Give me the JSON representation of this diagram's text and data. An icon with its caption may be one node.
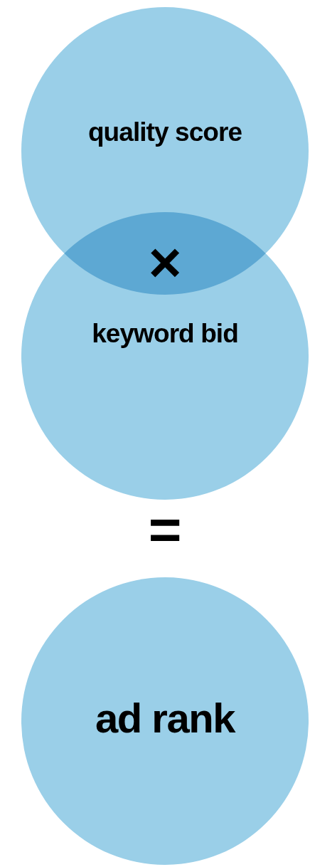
{
  "diagram": {
    "nodes": [
      {
        "text": [
          "quality score"
        ]
      },
      {
        "text": [
          "keyword bid"
        ]
      },
      {
        "text": [
          "ad rank"
        ]
      }
    ],
    "labels": [
      "×",
      "="
    ]
  }
}
